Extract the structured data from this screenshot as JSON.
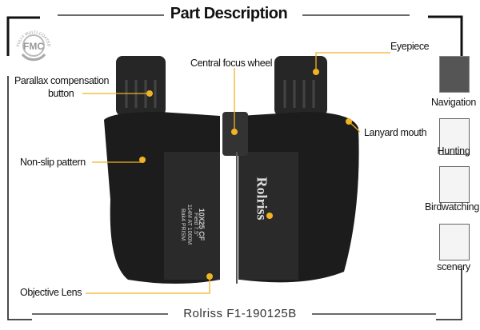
{
  "title": "Part Description",
  "badge": {
    "text": "FMC",
    "ring_text": "FULLY MULTI-COATED"
  },
  "labels": {
    "eyepiece": "Eyepiece",
    "central_focus_wheel": "Central focus wheel",
    "parallax_line1": "Parallax compensation",
    "parallax_line2": "button",
    "lanyard_mouth": "Lanyard mouth",
    "non_slip_pattern": "Non-slip pattern",
    "objective_lens": "Objective Lens"
  },
  "product_print": {
    "brand": "Rolriss",
    "spec_line1": "10X25 CF",
    "spec_line2": "Field 7.5°",
    "spec_line3": "114M AT 1000M",
    "spec_line4": "Bak4 PRISM"
  },
  "uses": [
    {
      "label": "Navigation",
      "icon": "ship-icon"
    },
    {
      "label": "Hunting",
      "icon": "hunter-icon"
    },
    {
      "label": "Birdwatching",
      "icon": "bird-icon"
    },
    {
      "label": "scenery",
      "icon": "scenery-icon"
    }
  ],
  "model": "Rolriss  F1-190125B",
  "colors": {
    "accent": "#f0b323",
    "frame": "#111111",
    "body": "#1c1c1c"
  }
}
